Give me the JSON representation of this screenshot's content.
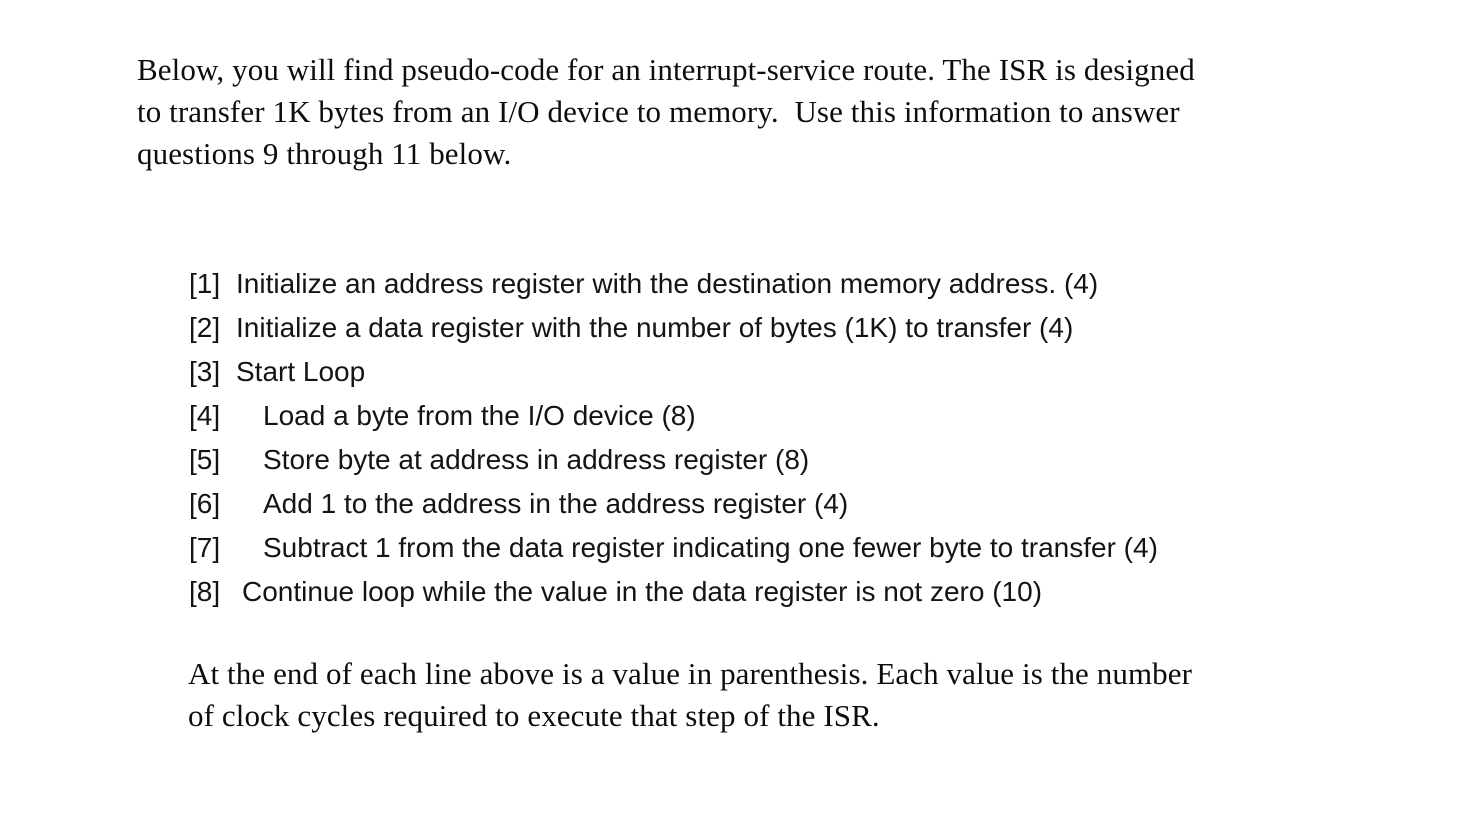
{
  "document": {
    "background_color": "#ffffff",
    "text_color": "#0d0d0d",
    "intro_paragraph": "Below, you will find pseudo-code for an interrupt-service route. The ISR is designed\nto transfer 1K bytes from an I/O device to memory.  Use this information to answer\nquestions 9 through 11 below.",
    "pseudocode": {
      "lines": [
        {
          "label": "[1]",
          "text": "Initialize an address register with the destination memory address. (4)"
        },
        {
          "label": "[2]",
          "text": "Initialize a data register with the number of bytes (1K) to transfer (4)"
        },
        {
          "label": "[3]",
          "text": "Start Loop"
        },
        {
          "label": "[4]",
          "text": "Load a byte from the I/O device (8)"
        },
        {
          "label": "[5]",
          "text": "Store byte at address in address register (8)"
        },
        {
          "label": "[6]",
          "text": "Add 1 to the address in the address register (4)"
        },
        {
          "label": "[7]",
          "text": "Subtract 1 from the data register indicating one fewer byte to transfer (4)"
        },
        {
          "label": "[8]",
          "text": "Continue loop while the value in the data register is not zero (10)"
        }
      ]
    },
    "closing_paragraph": "At the end of each line above is a value in parenthesis. Each value is the number\nof clock cycles required to execute that step of the ISR."
  }
}
